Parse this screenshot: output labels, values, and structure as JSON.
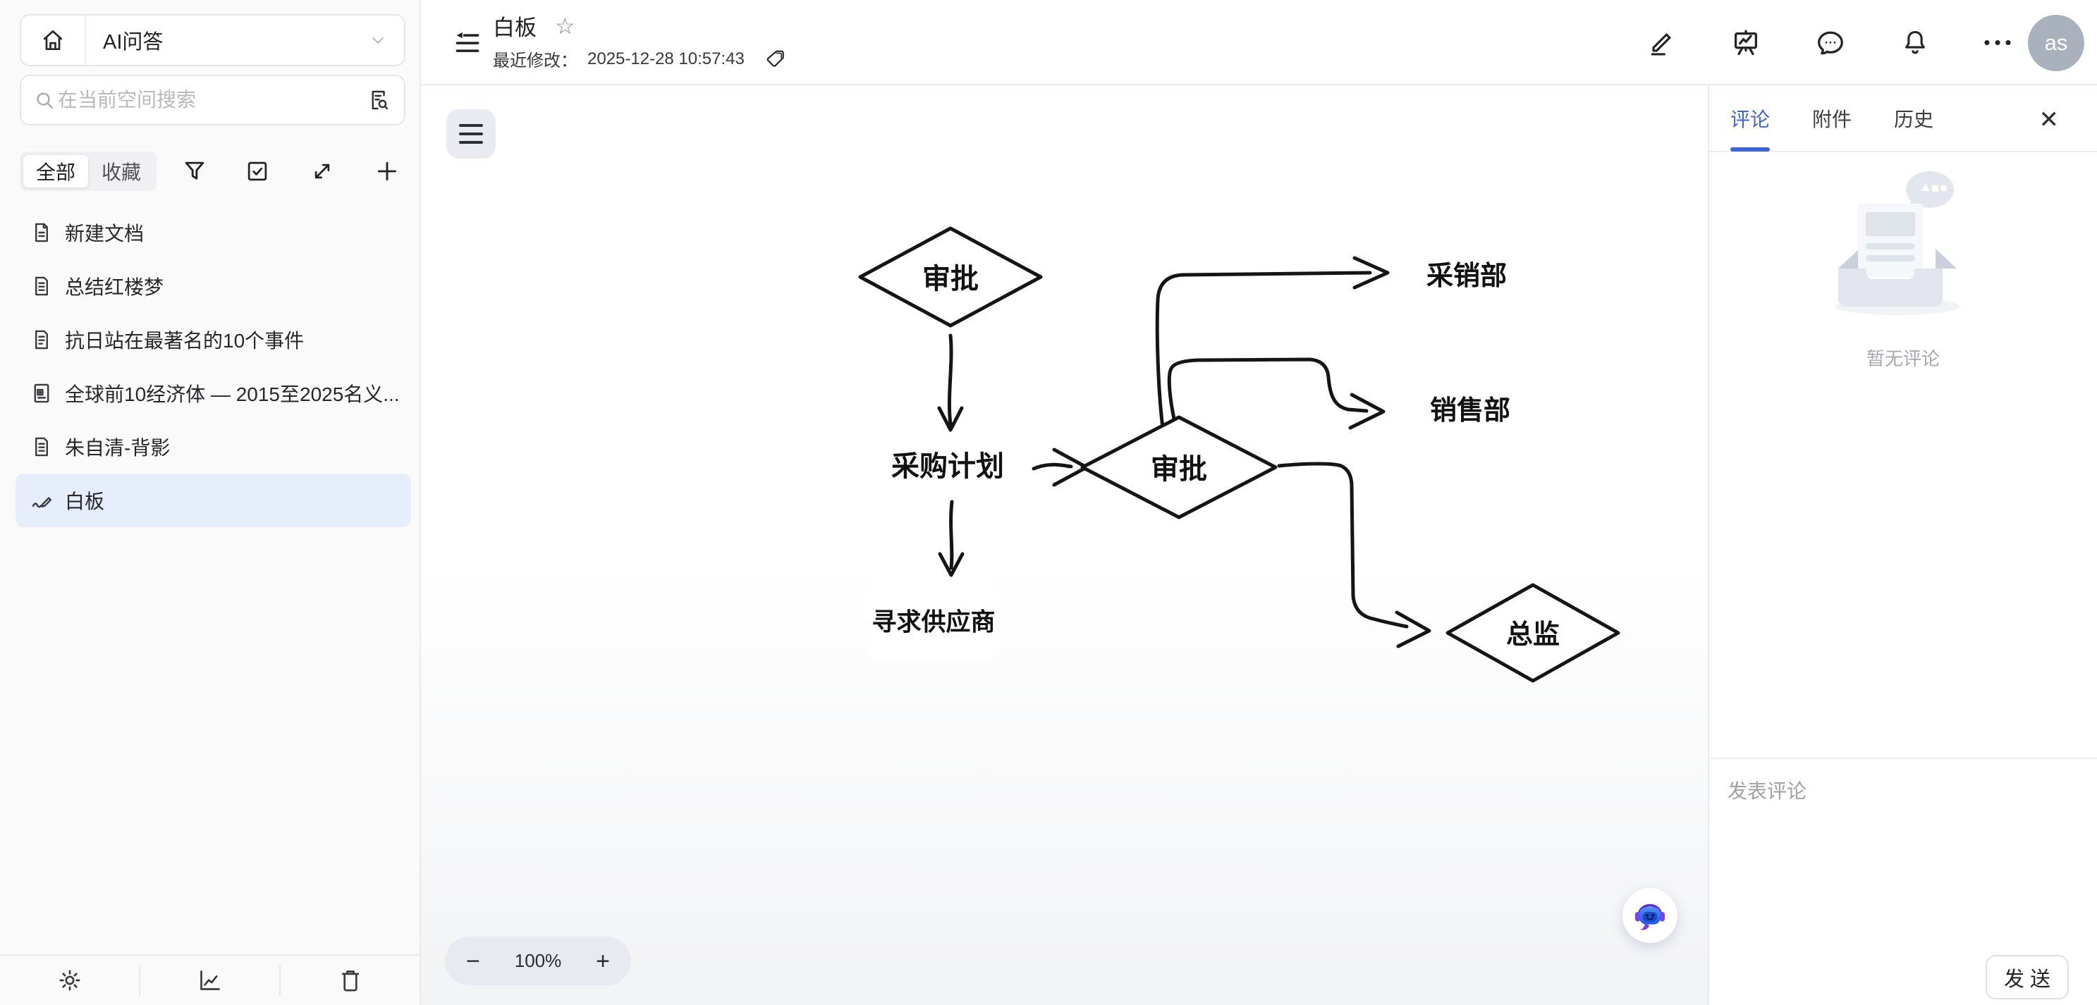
{
  "sidebar": {
    "space_switcher_label": "AI问答",
    "search_placeholder": "在当前空间搜索",
    "tab_all": "全部",
    "tab_favorites": "收藏",
    "docs": [
      {
        "title": "新建文档",
        "icon": "document-icon"
      },
      {
        "title": "总结红楼梦",
        "icon": "document-icon"
      },
      {
        "title": "抗日站在最著名的10个事件",
        "icon": "document-icon"
      },
      {
        "title": "全球前10经济体 — 2015至2025名义...",
        "icon": "sheet-icon"
      },
      {
        "title": "朱自清-背影",
        "icon": "document-icon"
      },
      {
        "title": "白板",
        "icon": "whiteboard-icon",
        "selected": true
      }
    ]
  },
  "topbar": {
    "title": "白板",
    "modified_label": "最近修改：",
    "modified_time": "2025-12-28 10:57:43",
    "avatar_initials": "as"
  },
  "canvas": {
    "zoom_value": "100%"
  },
  "panel": {
    "tab_comments": "评论",
    "tab_attachments": "附件",
    "tab_history": "历史",
    "empty_text": "暂无评论",
    "composer_placeholder": "发表评论",
    "send_label": "发 送"
  },
  "icons": {
    "minus": "−",
    "plus": "+",
    "more": "•••",
    "close": "✕",
    "star": "☆"
  },
  "colors": {
    "accent": "#3d63dd",
    "selected_row_bg": "#e5eefa",
    "avatar_bg": "#a9b1bd",
    "sketch_stroke": "#151515"
  },
  "flowchart": {
    "nodes": [
      {
        "id": "approval-1",
        "label": "审批",
        "shape": "diamond"
      },
      {
        "id": "purchase-plan",
        "label": "采购计划",
        "shape": "rect"
      },
      {
        "id": "approval-2",
        "label": "审批",
        "shape": "diamond"
      },
      {
        "id": "procurement-dept",
        "label": "采销部",
        "shape": "rect"
      },
      {
        "id": "sales-dept",
        "label": "销售部",
        "shape": "rect"
      },
      {
        "id": "director",
        "label": "总监",
        "shape": "diamond"
      },
      {
        "id": "find-supplier",
        "label": "寻求供应商",
        "shape": "rect"
      }
    ],
    "edges": [
      [
        "approval-1",
        "purchase-plan"
      ],
      [
        "purchase-plan",
        "approval-2"
      ],
      [
        "approval-2",
        "procurement-dept"
      ],
      [
        "approval-2",
        "sales-dept"
      ],
      [
        "approval-2",
        "director"
      ],
      [
        "purchase-plan",
        "find-supplier"
      ]
    ]
  }
}
